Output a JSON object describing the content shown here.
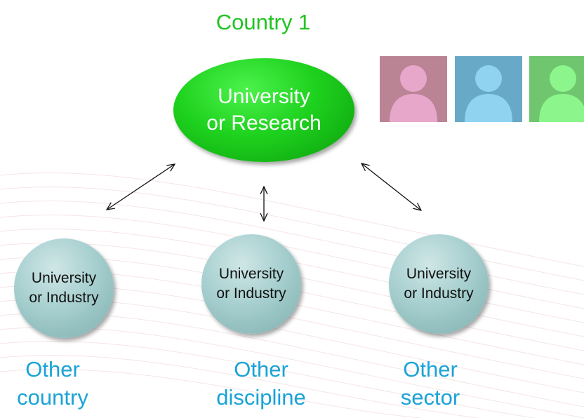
{
  "title": "Country 1",
  "main_node": {
    "line1": "University",
    "line2": "or Research"
  },
  "nodes": [
    {
      "line1": "University",
      "line2": "or Industry",
      "category_line1": "Other",
      "category_line2": "country"
    },
    {
      "line1": "University",
      "line2": "or Industry",
      "category_line1": "Other",
      "category_line2": "discipline"
    },
    {
      "line1": "University",
      "line2": "or Industry",
      "category_line1": "Other",
      "category_line2": "sector"
    }
  ],
  "avatars": [
    {
      "icon": "person-icon",
      "color": "#bb8495",
      "figure_color": "#e7a7cb"
    },
    {
      "icon": "person-icon",
      "color": "#68a9c8",
      "figure_color": "#8fd3f0"
    },
    {
      "icon": "person-icon",
      "color": "#6fc66f",
      "figure_color": "#8cf58c"
    }
  ],
  "colors": {
    "title": "#22c322",
    "main_node": "#1fd21f",
    "sub_node": "#a7cfcf",
    "category_text": "#1aa3d7"
  }
}
